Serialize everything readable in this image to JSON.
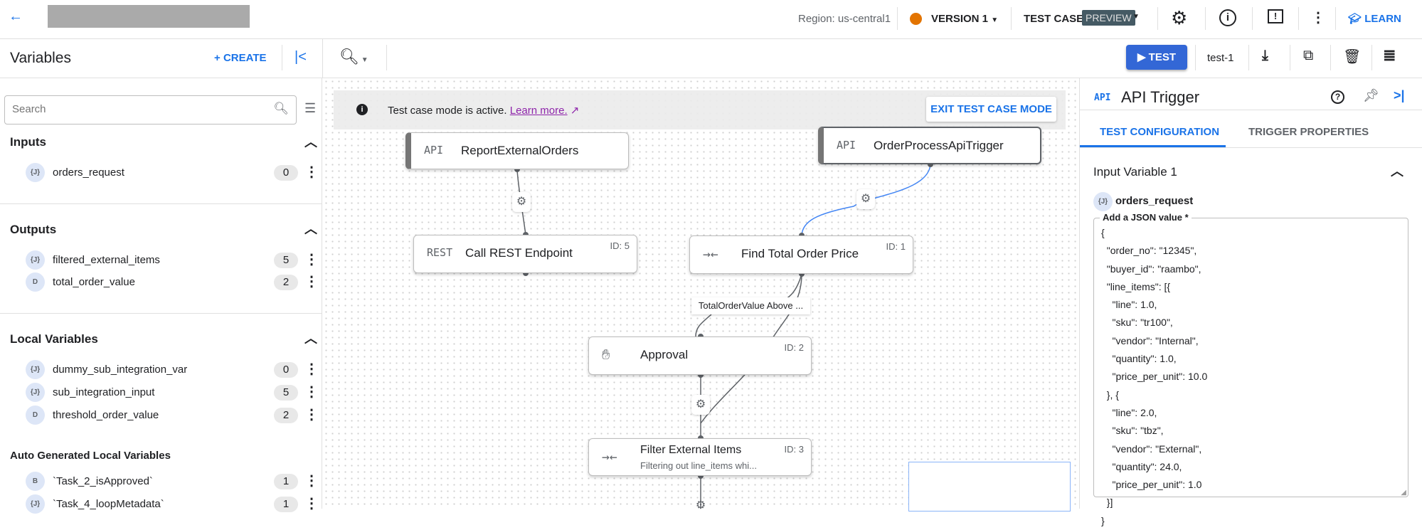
{
  "header": {
    "back_icon": "arrow-left-icon",
    "region": "Region: us-central1",
    "version": "VERSION 1",
    "version_status_color": "#e37400",
    "test_case": "TEST CASE",
    "preview_badge": "PREVIEW",
    "learn": "LEARN"
  },
  "toolbar": {
    "test_button": "TEST",
    "test_case_name": "test-1"
  },
  "variables": {
    "title": "Variables",
    "create": "CREATE",
    "search_placeholder": "Search",
    "sections": [
      {
        "title": "Inputs",
        "items": [
          {
            "type": "{J}",
            "name": "orders_request",
            "count": "0"
          }
        ]
      },
      {
        "title": "Outputs",
        "items": [
          {
            "type": "{J}",
            "name": "filtered_external_items",
            "count": "5"
          },
          {
            "type": "D",
            "name": "total_order_value",
            "count": "2"
          }
        ]
      },
      {
        "title": "Local Variables",
        "items": [
          {
            "type": "{J}",
            "name": "dummy_sub_integration_var",
            "count": "0"
          },
          {
            "type": "{J}",
            "name": "sub_integration_input",
            "count": "5"
          },
          {
            "type": "D",
            "name": "threshold_order_value",
            "count": "2"
          }
        ]
      },
      {
        "title": "Auto Generated Local Variables",
        "items": [
          {
            "type": "B",
            "name": "`Task_2_isApproved`",
            "count": "1"
          },
          {
            "type": "{J}",
            "name": "`Task_4_loopMetadata`",
            "count": "1"
          }
        ]
      }
    ]
  },
  "banner": {
    "text": "Test case mode is active.",
    "link": "Learn more.",
    "exit": "EXIT TEST CASE MODE"
  },
  "nodes": {
    "report": {
      "icon": "API",
      "title": "ReportExternalOrders"
    },
    "trigger": {
      "icon": "API",
      "title": "OrderProcessApiTrigger"
    },
    "rest": {
      "icon": "REST",
      "title": "Call REST Endpoint",
      "id": "ID: 5"
    },
    "find": {
      "title": "Find Total Order Price",
      "id": "ID: 1"
    },
    "approval": {
      "title": "Approval",
      "id": "ID: 2"
    },
    "filter": {
      "title": "Filter External Items",
      "subtitle": "Filtering out line_items whi...",
      "id": "ID: 3"
    },
    "edge_label": "TotalOrderValue Above ..."
  },
  "panel": {
    "icon": "API",
    "title": "API Trigger",
    "tabs": [
      "TEST CONFIGURATION",
      "TRIGGER PROPERTIES"
    ],
    "active_tab": 0,
    "section": "Input Variable 1",
    "var_type": "{J}",
    "var_name": "orders_request",
    "field_label": "Add a JSON value *",
    "json_value": "{\n  \"order_no\": \"12345\",\n  \"buyer_id\": \"raambo\",\n  \"line_items\": [{\n    \"line\": 1.0,\n    \"sku\": \"tr100\",\n    \"vendor\": \"Internal\",\n    \"quantity\": 1.0,\n    \"price_per_unit\": 10.0\n  }, {\n    \"line\": 2.0,\n    \"sku\": \"tbz\",\n    \"vendor\": \"External\",\n    \"quantity\": 24.0,\n    \"price_per_unit\": 1.0\n  }]\n}"
  }
}
